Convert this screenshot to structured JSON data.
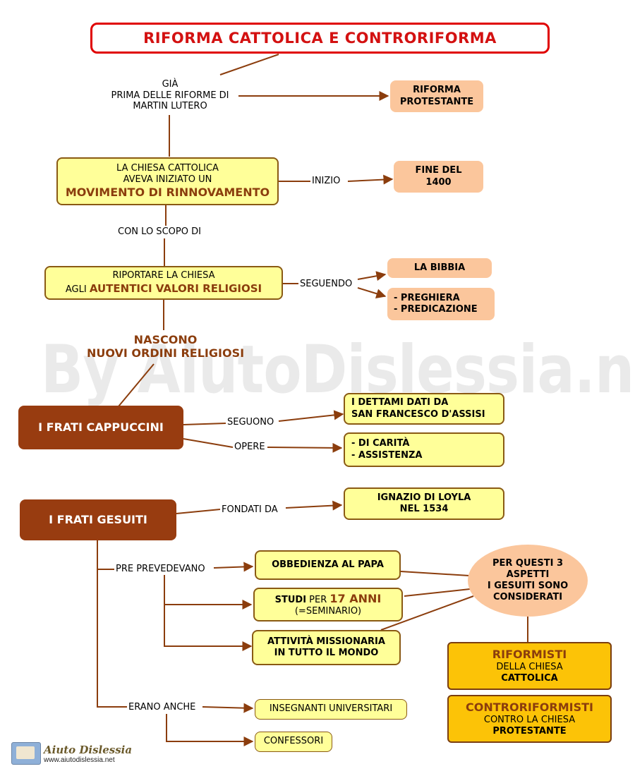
{
  "title": "RIFORMA CATTOLICA E CONTRORIFORMA",
  "watermark": "By AiutoDislessia.net",
  "labels": {
    "gia_1": "GIÀ",
    "gia_2": "PRIMA DELLE RIFORME DI",
    "gia_3": "MARTIN LUTERO",
    "inizio": "INIZIO",
    "con_lo_scopo": "CON LO SCOPO DI",
    "seguendo": "SEGUENDO",
    "nascono_1": "NASCONO",
    "nascono_2": "NUOVI ORDINI RELIGIOSI",
    "seguono": "SEGUONO",
    "opere": "OPERE",
    "fondati_da": "FONDATI DA",
    "prevedevano": "PRE PREVEDEVANO",
    "erano_anche": "ERANO ANCHE"
  },
  "nodes": {
    "riforma_protestante": {
      "l1": "RIFORMA",
      "l2": "PROTESTANTE"
    },
    "movimento": {
      "l1": "LA CHIESA CATTOLICA",
      "l2": "AVEVA INIZIATO UN",
      "l3": "MOVIMENTO DI RINNOVAMENTO"
    },
    "fine_1400": {
      "l1": "FINE DEL",
      "l2": "1400"
    },
    "riportare": {
      "l1": "RIPORTARE LA CHIESA",
      "l2a": "AGLI ",
      "l2b": "AUTENTICI VALORI RELIGIOSI"
    },
    "bibbia": "LA BIBBIA",
    "preghiera": {
      "l1": "- PREGHIERA",
      "l2": "- PREDICAZIONE"
    },
    "cappuccini": "I FRATI CAPPUCCINI",
    "dettami": {
      "l1": "I DETTAMI DATI DA",
      "l2": "SAN FRANCESCO D'ASSISI"
    },
    "carita": {
      "l1": "- DI CARITÀ",
      "l2": "- ASSISTENZA"
    },
    "gesuiti": "I FRATI GESUITI",
    "ignazio": {
      "l1": "IGNAZIO DI LOYLA",
      "l2": "NEL 1534"
    },
    "obbedienza": "OBBEDIENZA AL PAPA",
    "studi": {
      "a": "STUDI",
      "b": " PER ",
      "c": "17 ANNI",
      "l2": "(=SEMINARIO)"
    },
    "missionaria": {
      "l1": "ATTIVITÀ MISSIONARIA",
      "l2": "IN TUTTO IL MONDO"
    },
    "insegnanti": "INSEGNANTI UNIVERSITARI",
    "confessori": "CONFESSORI",
    "per_questi": {
      "l1": "PER QUESTI 3",
      "l2": "ASPETTI",
      "l3": "I GESUITI SONO",
      "l4": "CONSIDERATI"
    },
    "riformisti": {
      "l1": "RIFORMISTI",
      "l2": "DELLA CHIESA",
      "l3": "CATTOLICA"
    },
    "controriformisti": {
      "l1": "CONTRORIFORMISTI",
      "l2": "CONTRO LA CHIESA",
      "l3": "PROTESTANTE"
    }
  },
  "logo": {
    "name": "Aiuto Dislessia",
    "url": "www.aiutodislessia.net"
  },
  "colors": {
    "line": "#8b3d0d",
    "title_border": "#e00000",
    "title_text": "#d31111",
    "yellow": "#ffff99",
    "peach": "#fbc69c",
    "dark": "#983c10",
    "gold": "#fcc307",
    "highlight": "#8b3d0d"
  }
}
